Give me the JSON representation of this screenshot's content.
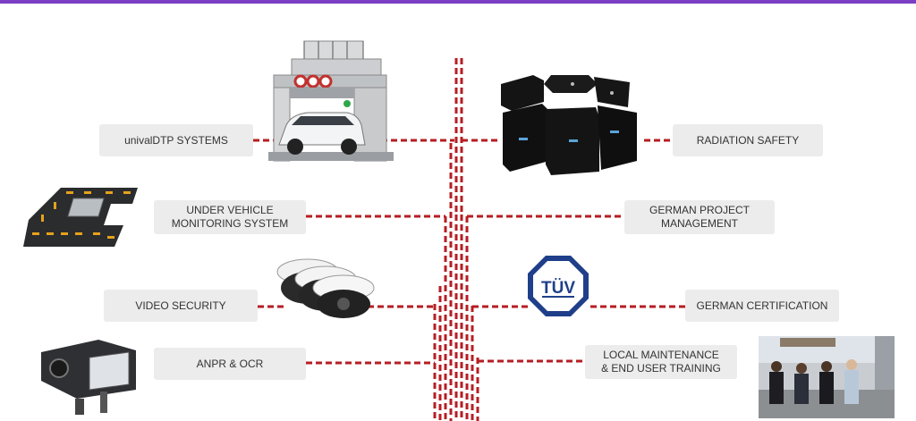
{
  "labels": {
    "unival": "univalDTP SYSTEMS",
    "uvms": "UNDER VEHICLE\nMONITORING SYSTEM",
    "video": "VIDEO SECURITY",
    "anpr": "ANPR & OCR",
    "radiation": "RADIATION SAFETY",
    "gpm": "GERMAN PROJECT\nMANAGEMENT",
    "cert": "GERMAN CERTIFICATION",
    "maint": "LOCAL MAINTENANCE\n& END USER TRAINING"
  },
  "tuv_logo": {
    "text": "TÜV"
  },
  "colors": {
    "line": "#b51e23",
    "label_bg": "#ececec",
    "topbar": "#7b3fc4"
  }
}
